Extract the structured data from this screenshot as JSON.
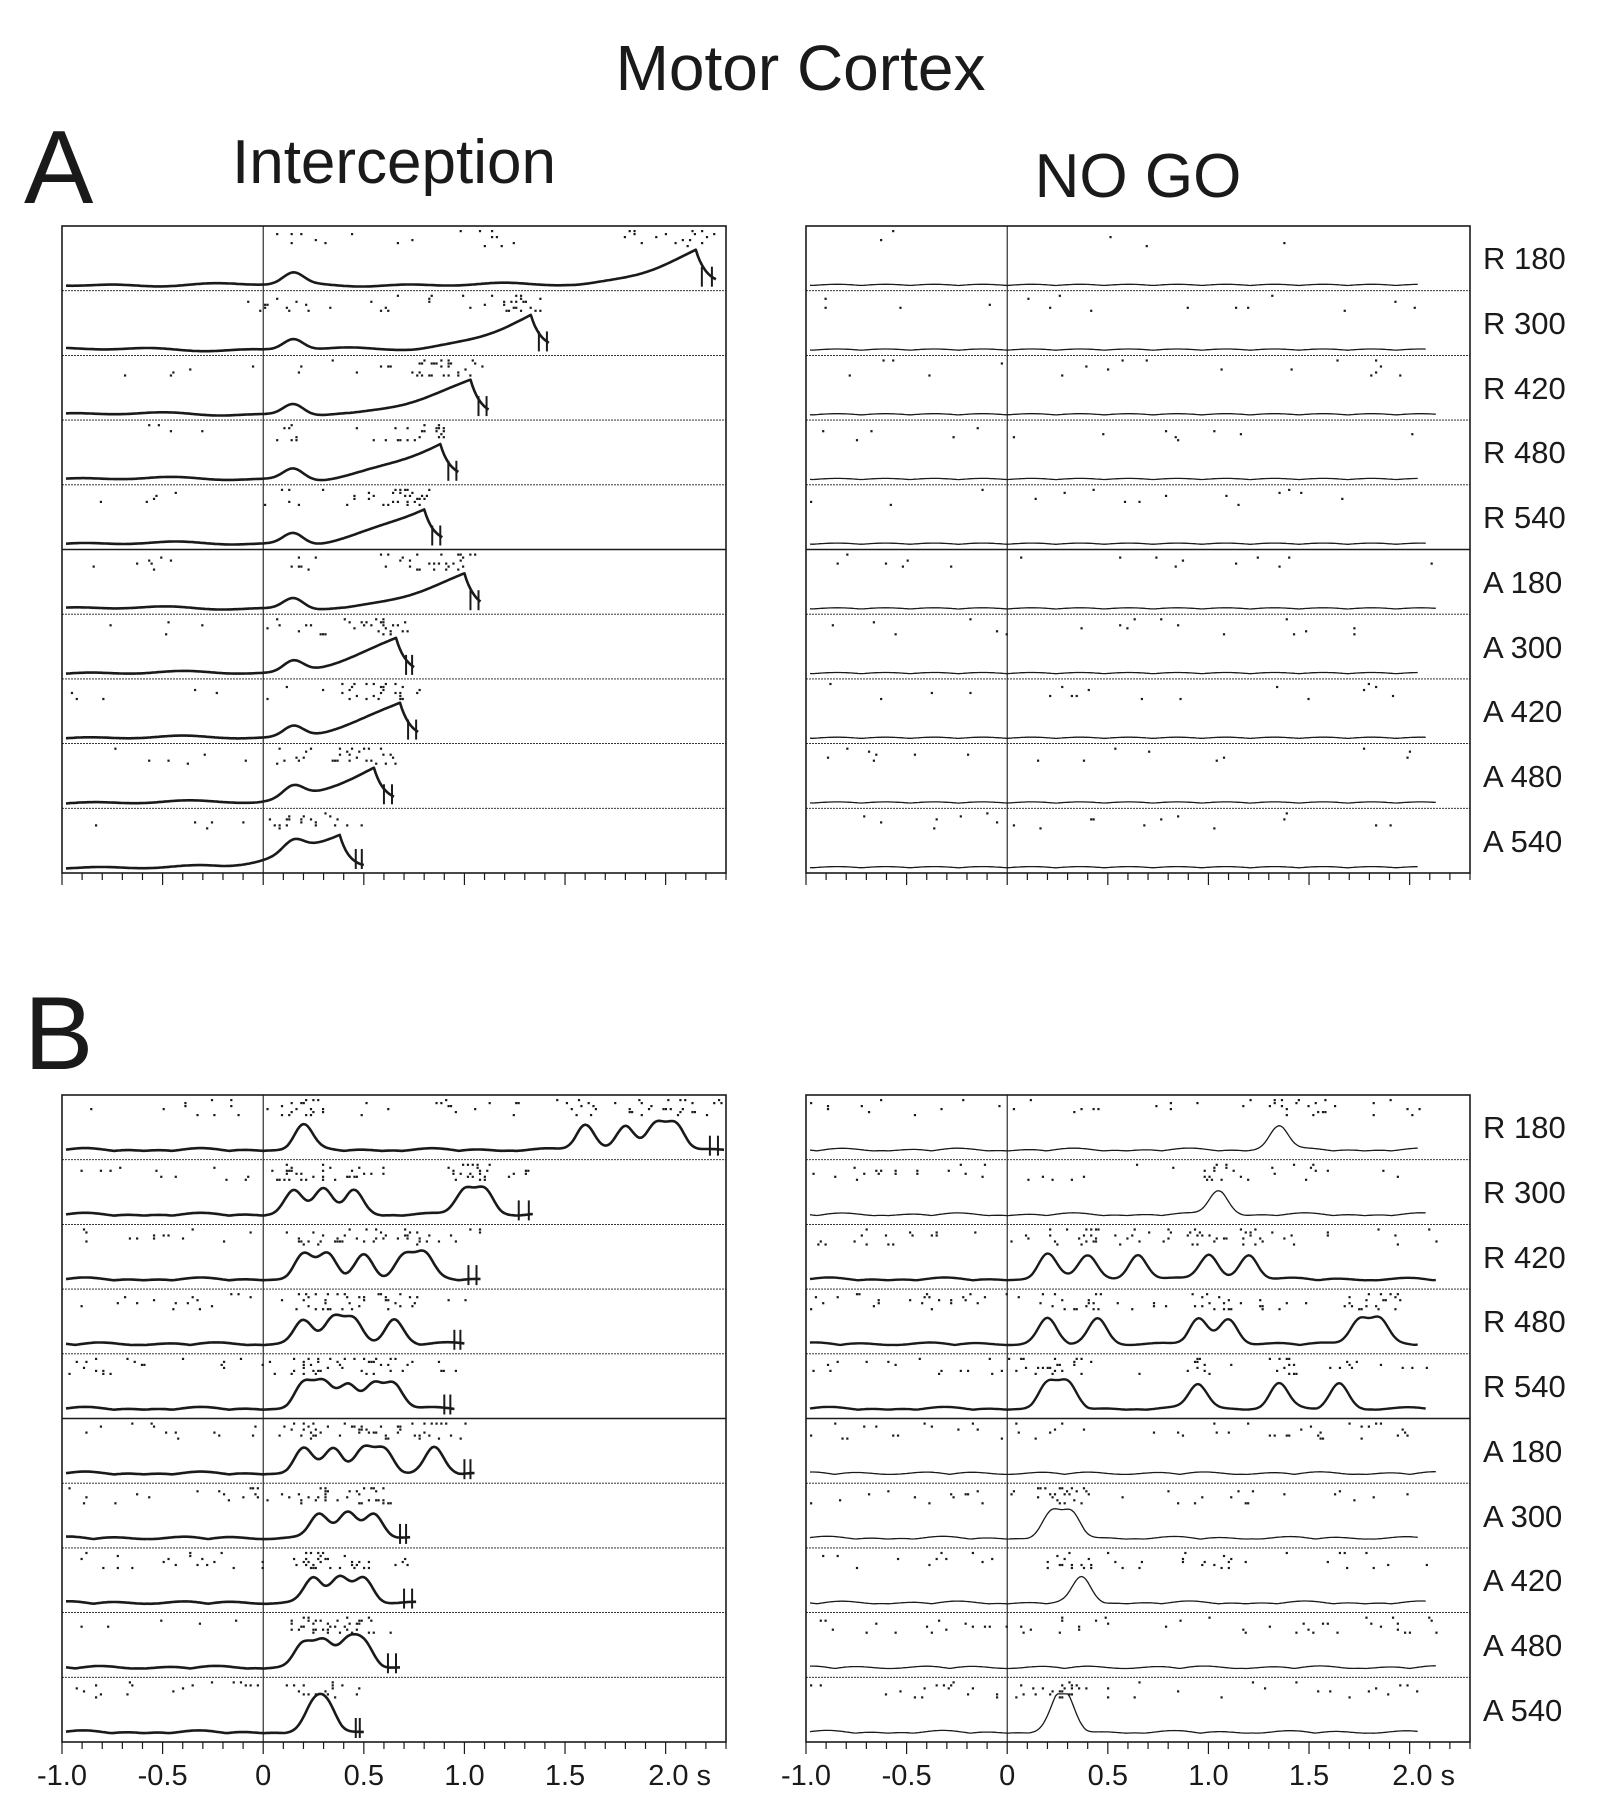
{
  "title": "Motor Cortex",
  "panel_labels": [
    "A",
    "B"
  ],
  "column_titles": [
    "Interception",
    "NO GO"
  ],
  "conditions": [
    "R 180",
    "R 300",
    "R 420",
    "R 480",
    "R 540",
    "A 180",
    "A 300",
    "A 420",
    "A 480",
    "A 540"
  ],
  "x_tick_labels": [
    "-1.0",
    "-0.5",
    "0",
    "0.5",
    "1.0",
    "1.5",
    "2.0 s"
  ],
  "chart_data": [
    {
      "type": "scatter",
      "panel": "A",
      "condition_type": "Interception",
      "x_range": [
        -1.0,
        2.3
      ],
      "x_ticks": [
        -1.0,
        -0.5,
        0,
        0.5,
        1.0,
        1.5,
        2.0
      ],
      "rows": [
        {
          "condition": "R 180",
          "peak_time": 2.15,
          "markers": [
            2.18,
            2.23
          ]
        },
        {
          "condition": "R 300",
          "peak_time": 1.33,
          "markers": [
            1.37,
            1.41
          ]
        },
        {
          "condition": "R 420",
          "peak_time": 1.03,
          "markers": [
            1.07,
            1.11
          ]
        },
        {
          "condition": "R 480",
          "peak_time": 0.88,
          "markers": [
            0.92,
            0.96
          ]
        },
        {
          "condition": "R 540",
          "peak_time": 0.8,
          "markers": [
            0.84,
            0.88
          ]
        },
        {
          "condition": "A 180",
          "peak_time": 1.0,
          "markers": [
            1.03,
            1.07
          ]
        },
        {
          "condition": "A 300",
          "peak_time": 0.66,
          "markers": [
            0.71,
            0.74
          ]
        },
        {
          "condition": "A 420",
          "peak_time": 0.68,
          "markers": [
            0.72,
            0.76
          ]
        },
        {
          "condition": "A 480",
          "peak_time": 0.55,
          "markers": [
            0.6,
            0.64
          ]
        },
        {
          "condition": "A 540",
          "peak_time": 0.38,
          "markers": [
            0.46,
            0.49
          ]
        }
      ]
    },
    {
      "type": "scatter",
      "panel": "A",
      "condition_type": "NO GO",
      "x_range": [
        -1.0,
        2.3
      ],
      "x_ticks": [
        -1.0,
        -0.5,
        0,
        0.5,
        1.0,
        1.5,
        2.0
      ],
      "rows": [
        {
          "condition": "R 180",
          "activity": "baseline"
        },
        {
          "condition": "R 300",
          "activity": "baseline"
        },
        {
          "condition": "R 420",
          "activity": "baseline"
        },
        {
          "condition": "R 480",
          "activity": "baseline"
        },
        {
          "condition": "R 540",
          "activity": "baseline"
        },
        {
          "condition": "A 180",
          "activity": "baseline"
        },
        {
          "condition": "A 300",
          "activity": "baseline"
        },
        {
          "condition": "A 420",
          "activity": "baseline"
        },
        {
          "condition": "A 480",
          "activity": "baseline"
        },
        {
          "condition": "A 540",
          "activity": "baseline"
        }
      ]
    },
    {
      "type": "scatter",
      "panel": "B",
      "condition_type": "Interception",
      "x_range": [
        -1.0,
        2.3
      ],
      "x_ticks": [
        -1.0,
        -0.5,
        0,
        0.5,
        1.0,
        1.5,
        2.0
      ],
      "rows": [
        {
          "condition": "R 180",
          "peaks": [
            0.2,
            1.6,
            1.8,
            1.95,
            2.05
          ],
          "markers": [
            2.22,
            2.26
          ]
        },
        {
          "condition": "R 300",
          "peaks": [
            0.15,
            0.3,
            0.45,
            1.0,
            1.1
          ],
          "markers": [
            1.27,
            1.32
          ]
        },
        {
          "condition": "R 420",
          "peaks": [
            0.2,
            0.32,
            0.5,
            0.7,
            0.8
          ],
          "markers": [
            1.02,
            1.06
          ]
        },
        {
          "condition": "R 480",
          "peaks": [
            0.2,
            0.35,
            0.45,
            0.65
          ],
          "markers": [
            0.95,
            0.98
          ]
        },
        {
          "condition": "R 540",
          "peaks": [
            0.2,
            0.3,
            0.42,
            0.55,
            0.65
          ],
          "markers": [
            0.9,
            0.93
          ]
        },
        {
          "condition": "A 180",
          "peaks": [
            0.2,
            0.35,
            0.5,
            0.6,
            0.85
          ],
          "markers": [
            1.0,
            1.03
          ]
        },
        {
          "condition": "A 300",
          "peaks": [
            0.28,
            0.42,
            0.55
          ],
          "markers": [
            0.68,
            0.71
          ]
        },
        {
          "condition": "A 420",
          "peaks": [
            0.25,
            0.38,
            0.5
          ],
          "markers": [
            0.7,
            0.74
          ]
        },
        {
          "condition": "A 480",
          "peaks": [
            0.2,
            0.3,
            0.42,
            0.5
          ],
          "markers": [
            0.62,
            0.66
          ]
        },
        {
          "condition": "A 540",
          "peaks": [
            0.25,
            0.32
          ],
          "markers": [
            0.46,
            0.48
          ]
        }
      ]
    },
    {
      "type": "scatter",
      "panel": "B",
      "condition_type": "NO GO",
      "x_range": [
        -1.0,
        2.3
      ],
      "x_ticks": [
        -1.0,
        -0.5,
        0,
        0.5,
        1.0,
        1.5,
        2.0
      ],
      "rows": [
        {
          "condition": "R 180",
          "peaks": [
            1.35
          ]
        },
        {
          "condition": "R 300",
          "peaks": [
            1.05
          ]
        },
        {
          "condition": "R 420",
          "peaks": [
            0.2,
            0.4,
            0.65,
            1.0,
            1.2
          ]
        },
        {
          "condition": "R 480",
          "peaks": [
            0.2,
            0.45,
            0.95,
            1.1,
            1.75,
            1.85
          ]
        },
        {
          "condition": "R 540",
          "peaks": [
            0.2,
            0.3,
            0.95,
            1.35,
            1.65
          ]
        },
        {
          "condition": "A 180",
          "peaks": []
        },
        {
          "condition": "A 300",
          "peaks": [
            0.22,
            0.32
          ]
        },
        {
          "condition": "A 420",
          "peaks": [
            0.37
          ]
        },
        {
          "condition": "A 480",
          "peaks": []
        },
        {
          "condition": "A 540",
          "peaks": [
            0.25,
            0.3
          ]
        }
      ]
    }
  ]
}
